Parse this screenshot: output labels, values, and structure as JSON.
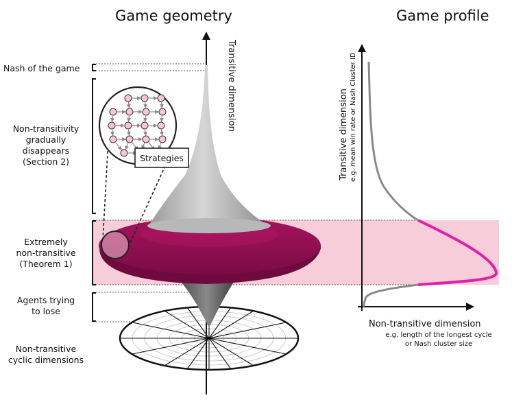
{
  "titles": {
    "left": "Game geometry",
    "right": "Game profile"
  },
  "labels": {
    "nash": "Nash of the game",
    "nontrans_1": "Non-transitivity",
    "nontrans_2": "gradually",
    "nontrans_3": "disappears",
    "nontrans_4": "(Section 2)",
    "extreme_1": "Extremely",
    "extreme_2": "non-transitive",
    "extreme_3": "(Theorem 1)",
    "agents_1": "Agents trying",
    "agents_2": "to lose",
    "cyclic_1": "Non-transitive",
    "cyclic_2": "cyclic dimensions",
    "strategies": "Strategies"
  },
  "axes": {
    "geometry_y": "Transitive dimension",
    "profile_y_1": "Transitive dimension",
    "profile_y_2": "e.g. mean win rate or Nash Cluster ID",
    "profile_x_1": "Non-transitive dimension",
    "profile_x_2": "e.g. length of the longest cycle",
    "profile_x_3": "or Nash cluster size"
  },
  "colors": {
    "magenta": "#9c1058",
    "magenta_dark": "#6e0a3d",
    "pink_band": "#f7cdd9",
    "profile_highlight": "#e020a8",
    "grey": "#8a8a8a"
  }
}
